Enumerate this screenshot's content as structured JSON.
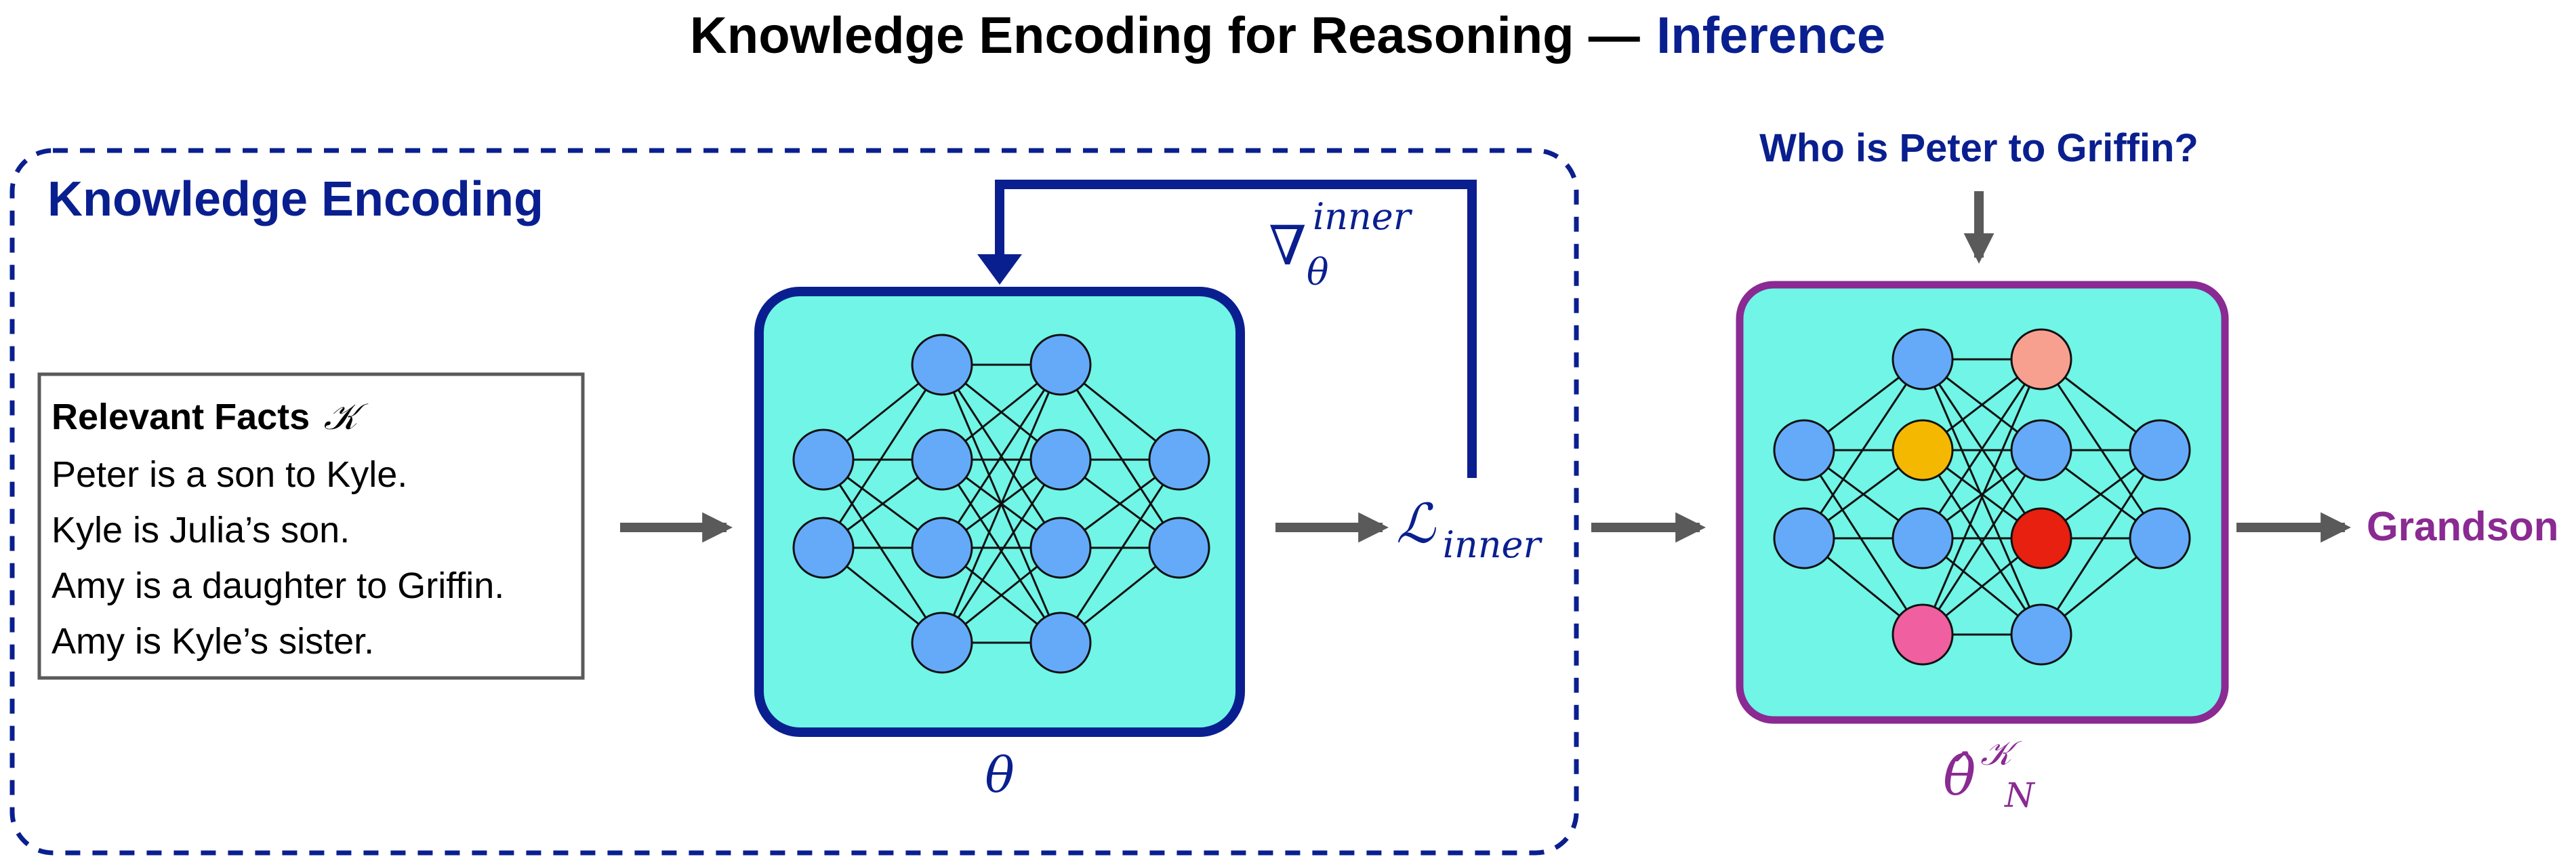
{
  "title": {
    "prefix": "Knowledge Encoding for Reasoning —",
    "highlight": "Inference"
  },
  "knowledge_encoding": {
    "label": "Knowledge Encoding",
    "facts_heading": "Relevant Facts",
    "facts_symbol": "𝒦",
    "facts": [
      "Peter is a son to Kyle.",
      "Kyle is Julia’s son.",
      "Amy is a daughter to Griffin.",
      "Amy is Kyle’s sister."
    ],
    "network_param": "θ",
    "loss_symbol": "ℒ",
    "loss_subscript": "inner",
    "gradient_symbol": "∇",
    "gradient_sub": "θ",
    "gradient_sup": "inner"
  },
  "inference": {
    "question": "Who is Peter to Griffin?",
    "answer": "Grandson",
    "param_symbol": "θ̂",
    "param_sub": "N",
    "param_sup": "𝒦"
  },
  "colors": {
    "dark_blue": "#0a1f8f",
    "purple": "#8a2a92",
    "panel_fill": "#70f5e6",
    "node_fill": "#64aaf8",
    "arrow_gray": "#5a5a5a",
    "highlight_salmon": "#f8a090",
    "highlight_yellow": "#f5b800",
    "highlight_red": "#e82010",
    "highlight_pink": "#f060a0"
  },
  "icons": {
    "arrow": "right-arrow-icon",
    "down_arrow": "down-arrow-icon"
  }
}
